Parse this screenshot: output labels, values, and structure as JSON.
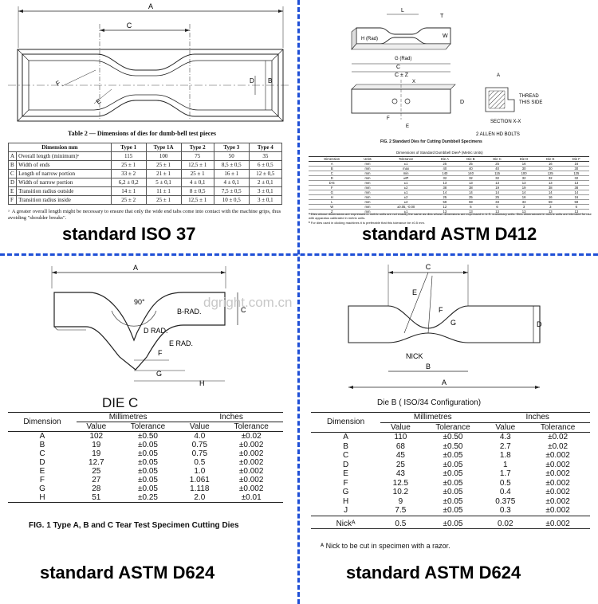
{
  "watermark": "dgright.com.cn",
  "iso37": {
    "caption": "standard ISO 37",
    "table_title": "Table 2 — Dimensions of dies for dumb-bell test pieces",
    "dim_labels": {
      "a": "A",
      "c": "C",
      "b": "B",
      "d": "D",
      "e": "E",
      "f": "F"
    },
    "header": [
      "Dimension mm",
      "Type 1",
      "Type 1A",
      "Type 2",
      "Type 3",
      "Type 4"
    ],
    "rows": [
      {
        "code": "A",
        "name": "Overall length (minimum)ᵃ",
        "vals": [
          "115",
          "100",
          "75",
          "50",
          "35"
        ]
      },
      {
        "code": "B",
        "name": "Width of ends",
        "vals": [
          "25 ± 1",
          "25 ± 1",
          "12,5 ± 1",
          "8,5 ± 0,5",
          "6 ± 0,5"
        ]
      },
      {
        "code": "C",
        "name": "Length of narrow portion",
        "vals": [
          "33 ± 2",
          "21 ± 1",
          "25 ± 1",
          "16 ± 1",
          "12 ± 0,5"
        ]
      },
      {
        "code": "D",
        "name": "Width of narrow portion",
        "vals": [
          "6,2 ± 0,2",
          "5 ± 0,1",
          "4 ± 0,1",
          "4 ± 0,1",
          "2 ± 0,1"
        ]
      },
      {
        "code": "E",
        "name": "Transition radius outside",
        "vals": [
          "14 ± 1",
          "11 ± 1",
          "8 ± 0,5",
          "7,5 ± 0,5",
          "3 ± 0,1"
        ]
      },
      {
        "code": "F",
        "name": "Transition radius inside",
        "vals": [
          "25 ± 2",
          "25 ± 1",
          "12,5 ± 1",
          "10 ± 0,5",
          "3 ± 0,1"
        ]
      }
    ],
    "footnote_mark": "ᵃ",
    "footnote": "A greater overall length might be necessary to ensure that only the wide end tabs come into contact with the machine grips, thus avoiding \"shoulder breaks\"."
  },
  "d412": {
    "caption": "standard ASTM D412",
    "fig_caption": "FIG. 2 Standard Dies for Cutting Dumbbell Specimens",
    "labels": {
      "l": "L",
      "t": "T",
      "h_rad": "H (Rad)",
      "g_rad": "G (Rad)",
      "w": "W",
      "c": "C",
      "cz": "C ± Z",
      "x": "X",
      "d": "D",
      "f": "F",
      "e": "E",
      "a": "A",
      "thread": "THREAD",
      "this_side": "THIS SIDE",
      "bolts": "2 ALLEN HD BOLTS",
      "section": "SECTION X-X"
    },
    "table_title": "Dimensions of Standard Dumbbell Diesᴬ (Metric Units)",
    "header": [
      "Dimension",
      "Units",
      "Tolerance",
      "Die A",
      "Die B",
      "Die C",
      "Die D",
      "Die E",
      "Die F"
    ],
    "rows": [
      [
        "A",
        "mm",
        "±1",
        "25",
        "25",
        "25",
        "16",
        "16",
        "16"
      ],
      [
        "B",
        "mm",
        "max",
        "40",
        "40",
        "40",
        "30",
        "30",
        "30"
      ],
      [
        "C",
        "mm",
        "min",
        "140",
        "140",
        "115",
        "100",
        "125",
        "125"
      ],
      [
        "D",
        "mm",
        "±6ᴮ",
        "32",
        "32",
        "32",
        "32",
        "32",
        "32"
      ],
      [
        "D-E",
        "mm",
        "±1",
        "13",
        "13",
        "13",
        "13",
        "13",
        "13"
      ],
      [
        "F",
        "mm",
        "±2",
        "38",
        "38",
        "19",
        "19",
        "38",
        "38"
      ],
      [
        "G",
        "mm",
        "±1",
        "14",
        "14",
        "14",
        "14",
        "14",
        "14"
      ],
      [
        "H",
        "mm",
        "±2",
        "25",
        "25",
        "25",
        "16",
        "16",
        "16"
      ],
      [
        "L",
        "mm",
        "±2",
        "59",
        "59",
        "33",
        "33",
        "59",
        "59"
      ],
      [
        "W",
        "mm",
        "±0.05, -0.00",
        "12",
        "6",
        "6",
        "3",
        "3",
        "6"
      ],
      [
        "Z",
        "mm",
        "±1",
        "13",
        "13",
        "13",
        "13",
        "13",
        "13"
      ]
    ],
    "note_a": "ᴬ Dies whose dimensions are expressed in metric units are not exactly the same as dies whose dimensions are expressed in U.S. customary units. Dies dimensioned in metric units are intended for use with apparatus calibrated in metric units.",
    "note_b": "ᴮ For dies used in clicking machines it is preferable that this tolerance be ±0.5 mm."
  },
  "d624c": {
    "caption": "standard ASTM D624",
    "die_title": "DIE C",
    "labels": {
      "a": "A",
      "angle": "90°",
      "b_rad": "B-RAD.",
      "c": "C",
      "d_rad": "D RAD.",
      "e_rad": "E RAD.",
      "f": "F",
      "g": "G",
      "h": "H"
    },
    "group_mm": "Millimetres",
    "group_in": "Inches",
    "head_dim": "Dimension",
    "head_value": "Value",
    "head_tol": "Tolerance",
    "rows": [
      [
        "A",
        "102",
        "±0.50",
        "4.0",
        "±0.02"
      ],
      [
        "B",
        "19",
        "±0.05",
        "0.75",
        "±0.002"
      ],
      [
        "C",
        "19",
        "±0.05",
        "0.75",
        "±0.002"
      ],
      [
        "D",
        "12.7",
        "±0.05",
        "0.5",
        "±0.002"
      ],
      [
        "E",
        "25",
        "±0.05",
        "1.0",
        "±0.002"
      ],
      [
        "F",
        "27",
        "±0.05",
        "1.061",
        "±0.002"
      ],
      [
        "G",
        "28",
        "±0.05",
        "1.118",
        "±0.002"
      ],
      [
        "H",
        "51",
        "±0.25",
        "2.0",
        "±0.01"
      ]
    ],
    "fig_caption": "FIG. 1 Type A, B and C Tear Test Specimen Cutting Dies"
  },
  "d624b": {
    "caption": "standard ASTM D624",
    "die_title": "Die B ( ISO/34 Configuration)",
    "labels": {
      "c": "C",
      "e": "E",
      "f": "F",
      "g": "G",
      "nick": "NICK",
      "d": "D",
      "b": "B",
      "a": "A"
    },
    "group_mm": "Millimetres",
    "group_in": "Inches",
    "head_dim": "Dimension",
    "head_value": "Value",
    "head_tol": "Tolerance",
    "rows": [
      [
        "A",
        "110",
        "±0.50",
        "4.3",
        "±0.02"
      ],
      [
        "B",
        "68",
        "±0.50",
        "2.7",
        "±0.02"
      ],
      [
        "C",
        "45",
        "±0.05",
        "1.8",
        "±0.002"
      ],
      [
        "D",
        "25",
        "±0.05",
        "1",
        "±0.002"
      ],
      [
        "E",
        "43",
        "±0.05",
        "1.7",
        "±0.002"
      ],
      [
        "F",
        "12.5",
        "±0.05",
        "0.5",
        "±0.002"
      ],
      [
        "G",
        "10.2",
        "±0.05",
        "0.4",
        "±0.002"
      ],
      [
        "H",
        "9",
        "±0.05",
        "0.375",
        "±0.002"
      ],
      [
        "J",
        "7.5",
        "±0.05",
        "0.3",
        "±0.002"
      ]
    ],
    "nick_row": [
      "Nickᴬ",
      "0.5",
      "±0.05",
      "0.02",
      "±0.002"
    ],
    "footnote": "ᴬ Nick to be cut in specimen with a razor."
  }
}
